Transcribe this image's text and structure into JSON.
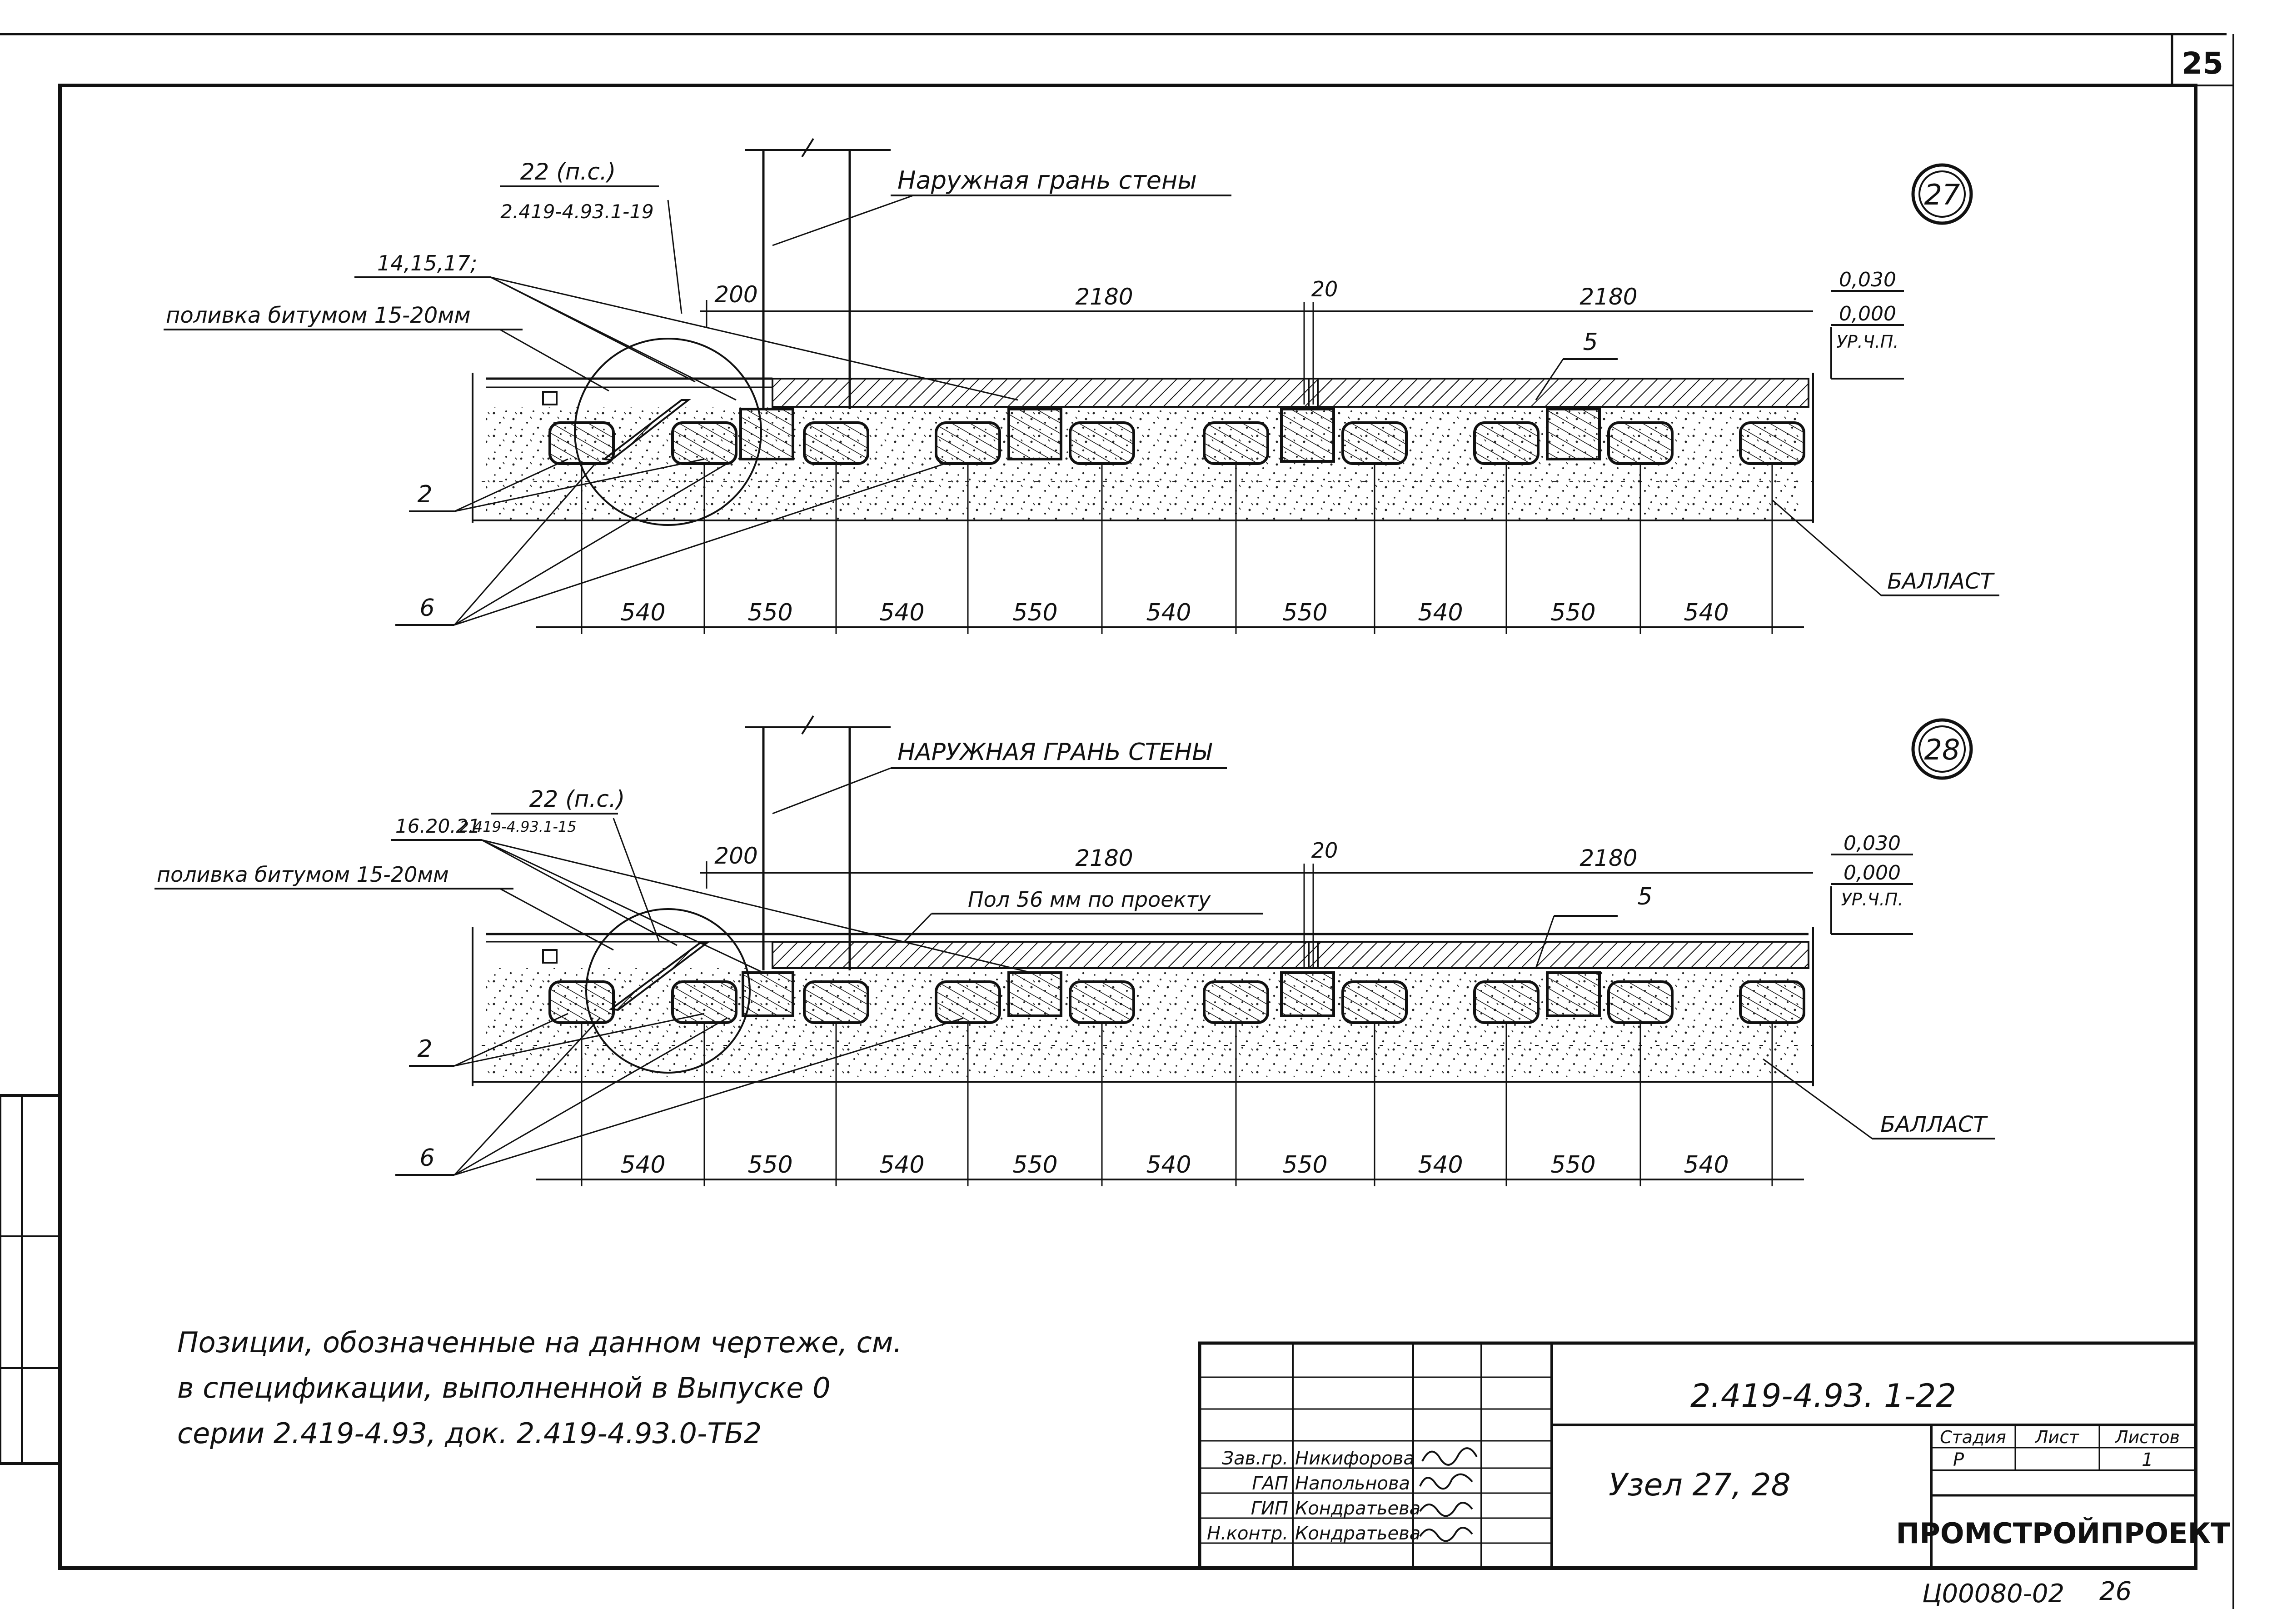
{
  "sheet": {
    "page_number": "25",
    "bottom_code": "Ц00080-02",
    "bottom_page": "26"
  },
  "node27": {
    "id": "27",
    "ref_22": "22 (п.с.)",
    "ref_doc": "2.419-4.93.1-19",
    "pos_14": "14,15,17;",
    "bitumen": "поливка битумом 15-20мм",
    "outer_wall": "Наружная грань стены",
    "dim_200": "200",
    "dim_2180_a": "2180",
    "dim_20": "20",
    "dim_2180_b": "2180",
    "lvl_030": "0,030",
    "lvl_000": "0,000",
    "lvl_up": "УР.Ч.П.",
    "pos_5": "5",
    "pos_2": "2",
    "pos_6": "6",
    "ballast": "БАЛЛАСТ",
    "spacings": [
      "540",
      "550",
      "540",
      "550",
      "540",
      "550",
      "540",
      "550",
      "540"
    ]
  },
  "node28": {
    "id": "28",
    "ref_22": "22 (п.с.)",
    "ref_doc": "2.419-4.93.1-15",
    "pos_16": "16.20.21",
    "bitumen": "поливка битумом 15-20мм",
    "outer_wall": "НАРУЖНАЯ ГРАНЬ СТЕНЫ",
    "dim_200": "200",
    "dim_2180_a": "2180",
    "dim_20": "20",
    "dim_2180_b": "2180",
    "lvl_030": "0,030",
    "lvl_000": "0,000",
    "lvl_up": "УР.Ч.П.",
    "floor": "Пол 56 мм по проекту",
    "pos_5": "5",
    "pos_2": "2",
    "pos_6": "6",
    "ballast": "БАЛЛАСТ",
    "spacings": [
      "540",
      "550",
      "540",
      "550",
      "540",
      "550",
      "540",
      "550",
      "540"
    ]
  },
  "note": {
    "line1": "Позиции, обозначенные на данном чертеже, см.",
    "line2": "в спецификации, выполненной в Выпуске 0",
    "line3": "серии 2.419-4.93, док. 2.419-4.93.0-ТБ2"
  },
  "title_block": {
    "doc_code": "2.419-4.93. 1-22",
    "title": "Узел 27, 28",
    "stage_label": "Стадия",
    "sheet_label": "Лист",
    "sheets_label": "Листов",
    "stage": "Р",
    "sheets": "1",
    "org": "ПРОМСТРОЙПРОЕКТ",
    "roles": [
      {
        "role": "Зав.гр.",
        "name": "Никифорова"
      },
      {
        "role": "ГАП",
        "name": "Напольнова"
      },
      {
        "role": "ГИП",
        "name": "Кондратьева"
      },
      {
        "role": "Н.контр.",
        "name": "Кондратьева"
      }
    ]
  }
}
